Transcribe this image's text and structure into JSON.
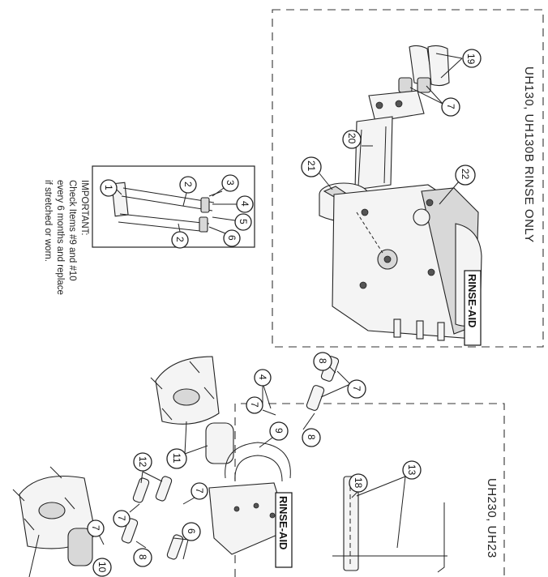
{
  "sections": {
    "rinse_only_title": "UH130, UH130B RINSE ONLY",
    "lower_title": "UH230, UH23"
  },
  "labels": {
    "rinse_aid_upper": "RINSE-AID",
    "rinse_aid_lower": "RINSE-AID"
  },
  "note": {
    "heading": "IMPORTANT:",
    "line1": "Check Items #9 and #10",
    "line2": "every 6 months and replace",
    "line3": "if stretched or worn."
  },
  "callouts": {
    "c19": "19",
    "c7a": "7",
    "c20": "20",
    "c21": "21",
    "c22": "22",
    "i1": "1",
    "i2a": "2",
    "i3": "3",
    "i4": "4",
    "i5": "5",
    "i6": "6",
    "i2b": "2",
    "c8a": "8",
    "c7b": "7",
    "c4": "4",
    "c7c": "7",
    "c8b": "8",
    "c9": "9",
    "c11": "11",
    "c12": "12",
    "c7d": "7",
    "c7e": "7",
    "c7f": "7",
    "c6": "6",
    "c8c": "8",
    "c10": "10",
    "c13": "13",
    "c18": "18"
  }
}
